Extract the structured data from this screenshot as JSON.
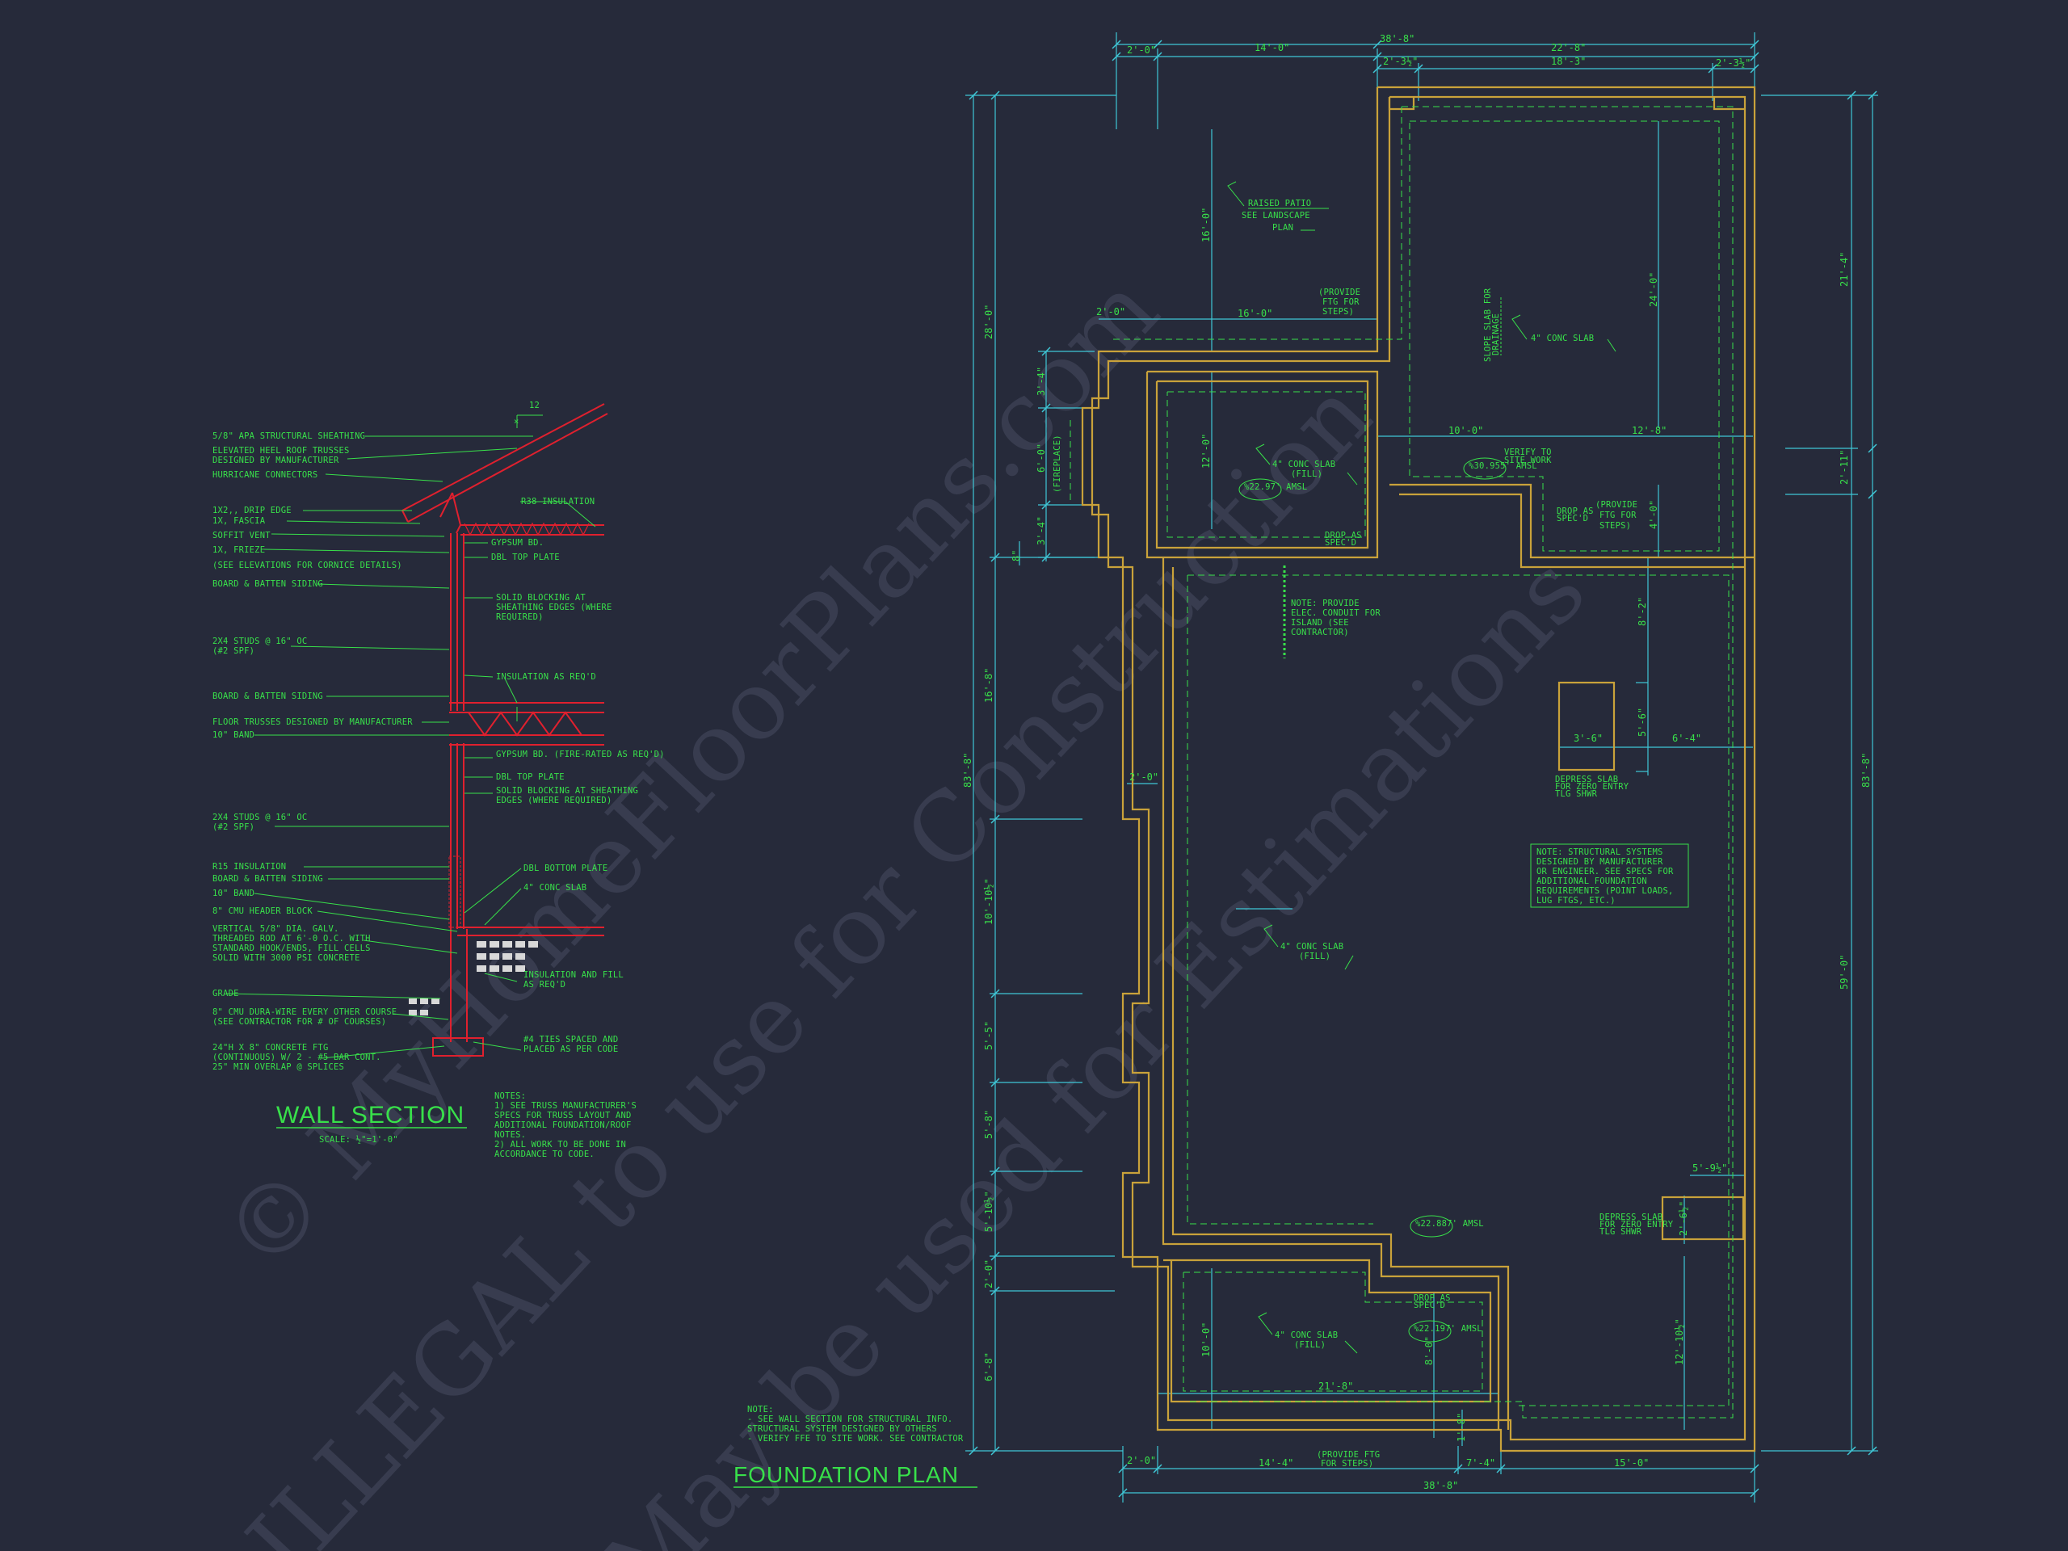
{
  "watermark": {
    "line1": "© MyHomeFloorPlans.com",
    "line2": "ILLEGAL to use for Construction",
    "line3": "May be used for Estimations"
  },
  "wall_section": {
    "title": "WALL SECTION",
    "scale": "SCALE: ½\"=1'-0\"",
    "pitch": "12",
    "labels": [
      "5/8\" APA STRUCTURAL SHEATHING",
      "ELEVATED HEEL ROOF TRUSSES",
      "DESIGNED BY MANUFACTURER",
      "HURRICANE CONNECTORS",
      "1X2,, DRIP EDGE",
      "1X, FASCIA",
      "SOFFIT VENT",
      "1X, FRIEZE",
      "(SEE ELEVATIONS FOR CORNICE DETAILS)",
      "BOARD & BATTEN SIDING",
      "2X4 STUDS @ 16\" OC",
      "(#2 SPF)",
      "BOARD & BATTEN SIDING",
      "FLOOR TRUSSES DESIGNED BY MANUFACTURER",
      "10\" BAND",
      "2X4 STUDS @ 16\" OC",
      "(#2 SPF)",
      "R15 INSULATION",
      "BOARD & BATTEN SIDING",
      "10\" BAND",
      "8\" CMU HEADER BLOCK",
      "VERTICAL 5/8\" DIA. GALV.",
      "THREADED ROD AT 6'-0 O.C. WITH",
      "STANDARD HOOK/ENDS, FILL CELLS",
      "SOLID WITH 3000 PSI CONCRETE",
      "GRADE",
      "8\" CMU DURA-WIRE EVERY OTHER COURSE",
      "(SEE CONTRACTOR FOR # OF COURSES)",
      "24\"H X 8\" CONCRETE FTG",
      "(CONTINUOUS) W/ 2 - #5 BAR CONT.",
      "25\" MIN OVERLAP @ SPLICES"
    ],
    "right_labels": [
      "R38 INSULATION",
      "GYPSUM BD.",
      "DBL TOP PLATE",
      "SOLID BLOCKING AT",
      "SHEATHING EDGES (WHERE",
      "REQUIRED)",
      "INSULATION AS REQ'D",
      "GYPSUM BD. (FIRE-RATED AS REQ'D)",
      "DBL TOP PLATE",
      "SOLID BLOCKING AT SHEATHING",
      "EDGES (WHERE REQUIRED)",
      "DBL BOTTOM PLATE",
      "4\" CONC SLAB",
      "INSULATION AND FILL",
      "AS REQ'D",
      "#4 TIES SPACED AND",
      "PLACED AS PER CODE"
    ],
    "notes": [
      "NOTES:",
      "1) SEE TRUSS MANUFACTURER'S",
      "SPECS FOR TRUSS LAYOUT AND",
      "ADDITIONAL FOUNDATION/ROOF",
      "NOTES.",
      "2) ALL WORK TO BE DONE IN",
      "ACCORDANCE TO CODE."
    ]
  },
  "foundation_plan": {
    "title": "FOUNDATION PLAN",
    "notes": [
      "NOTE:",
      "- SEE WALL SECTION FOR STRUCTURAL INFO.",
      "STRUCTURAL SYSTEM DESIGNED BY OTHERS",
      "- VERIFY FFE TO SITE WORK. SEE CONTRACTOR"
    ],
    "structural_note": [
      "NOTE: STRUCTURAL SYSTEMS",
      "DESIGNED BY MANUFACTURER",
      "OR ENGINEER. SEE SPECS FOR",
      "ADDITIONAL FOUNDATION",
      "REQUIREMENTS (POINT LOADS,",
      "LUG FTGS, ETC.)"
    ],
    "raised_patio": [
      "RAISED PATIO",
      "SEE LANDSCAPE",
      "PLAN"
    ],
    "elec_note": [
      "NOTE: PROVIDE",
      "ELEC. CONDUIT FOR",
      "ISLAND (SEE",
      "CONTRACTOR)"
    ],
    "provide_ftg_1": [
      "(PROVIDE",
      "FTG FOR",
      "STEPS)"
    ],
    "provide_ftg_2": [
      "(PROVIDE",
      "FTG FOR",
      "STEPS)"
    ],
    "provide_ftg_3": [
      "(PROVIDE FTG",
      "FOR STEPS)"
    ],
    "fireplace": "(FIREPLACE)",
    "slabs": {
      "patio": "4\" CONC SLAB",
      "fireplace_room": [
        "4\" CONC SLAB",
        "(FILL)"
      ],
      "main": [
        "4\" CONC SLAB",
        "(FILL)"
      ],
      "bottom": [
        "4\" CONC SLAB",
        "(FILL)"
      ]
    },
    "slope": [
      "SLOPE SLAB FOR",
      "DRAINAGE"
    ],
    "elevations": [
      "%22.97' AMSL",
      "%30.955' AMSL",
      "%22.887' AMSL",
      "%22.197' AMSL"
    ],
    "verify": [
      "VERIFY TO",
      "SITE WORK"
    ],
    "drop": [
      "DROP AS",
      "SPEC'D"
    ],
    "depress_1": [
      "DEPRESS SLAB",
      "FOR ZERO ENTRY",
      "TLG SHWR"
    ],
    "depress_2": [
      "DEPRESS SLAB",
      "FOR ZERO ENTRY",
      "TLG SHWR"
    ],
    "dims_top_row1": [
      "38'-8\""
    ],
    "dims_top_row2": [
      "2'-0\"",
      "14'-0\"",
      "22'-8\""
    ],
    "dims_top_row3": [
      "2'-3½\"",
      "18'-3\"",
      "2'-3½\""
    ],
    "dims_bottom_row1": [
      "2'-0\"",
      "14'-4\"",
      "7'-4\"",
      "15'-0\""
    ],
    "dims_bottom_row2": [
      "38'-8\""
    ],
    "dims_left_outer": [
      "28'-0\"",
      "16'-8\"",
      "10'-10½\"",
      "5'-5\"",
      "5'-8\"",
      "5'-10½\"",
      "2'-0\"",
      "6'-8\""
    ],
    "dims_left_total": "83'-8\"",
    "dims_left_inner": [
      "3'-4\"",
      "6'-0\"",
      "3'-4\""
    ],
    "dims_left_misc": [
      "8\""
    ],
    "dims_right_outer": [
      "21'-4\"",
      "2'-11\"",
      "59'-0\""
    ],
    "dims_right_total": "83'-8\"",
    "dims_interior": {
      "d16_0_v": "16'-0\"",
      "d2_0_a": "2'-0\"",
      "d16_0_h": "16'-0\"",
      "d12_0_v": "12'-0\"",
      "d10_0": "10'-0\"",
      "d12_8": "12'-8\"",
      "d24_0": "24'-0\"",
      "d4_0": "4'-0\"",
      "d8_2": "8'-2\"",
      "d3_6": "3'-6\"",
      "d5_6": "5'-6\"",
      "d6_4": "6'-4\"",
      "d2_0_b": "2'-0\"",
      "d5_9": "5'-9½\"",
      "d2_6": "2'-6½\"",
      "d12_10": "12'-10½\"",
      "d10_0_v": "10'-0\"",
      "d8_0": "8'-0\"",
      "d21_8": "21'-8\"",
      "d1_8": "1'-8\""
    }
  },
  "colors": {
    "background": "#262a3a",
    "label_green": "#38e04a",
    "dimension_cyan": "#3fc7d6",
    "foundation_yellow": "#c9a23a",
    "section_red": "#e0202e",
    "watermark": "#3a3f52"
  }
}
